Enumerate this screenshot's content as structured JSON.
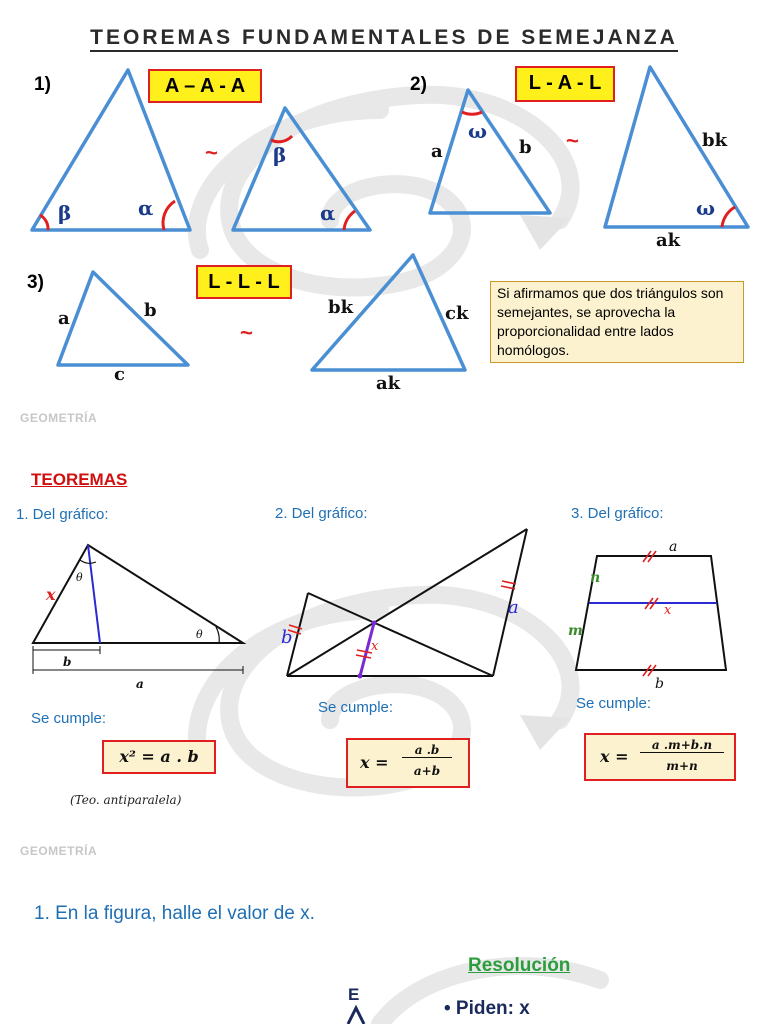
{
  "title": "TEOREMAS FUNDAMENTALES DE SEMEJANZA",
  "cases": [
    {
      "number": "1)",
      "badge": "A – A - A",
      "symbol": "~",
      "left_angles": [
        "β",
        "α"
      ],
      "right_angles": [
        "β",
        "α"
      ]
    },
    {
      "number": "2)",
      "badge": "L - A - L",
      "symbol": "~",
      "left_sides": [
        "a",
        "b"
      ],
      "left_angle": "ω",
      "right_sides": [
        "bk",
        "ak"
      ],
      "right_angle": "ω"
    },
    {
      "number": "3)",
      "badge": "L - L - L",
      "symbol": "~",
      "left_sides": [
        "a",
        "b",
        "c"
      ],
      "right_sides": [
        "bk",
        "ck",
        "ak"
      ]
    }
  ],
  "note": "Si afirmamos que dos triángulos son semejantes, se aprovecha la proporcionalidad entre lados homólogos.",
  "watermark": "GEOMETRÍA",
  "section_title": "TEOREMAS",
  "theorems": [
    {
      "heading": "1. Del gráfico:",
      "labels": {
        "x": "x",
        "theta": "θ",
        "b": "b",
        "a": "a"
      },
      "se_cumple": "Se cumple:",
      "formula": "x² = a . b",
      "caption": "(Teo. antiparalela)"
    },
    {
      "heading": "2. Del gráfico:",
      "labels": {
        "b": "b",
        "a": "a",
        "x": "x"
      },
      "se_cumple": "Se cumple:",
      "formula_lhs": "x =",
      "formula_num": "a .b",
      "formula_den": "a+b"
    },
    {
      "heading": "3. Del gráfico:",
      "labels": {
        "a": "a",
        "n": "n",
        "x": "x",
        "m": "m",
        "b": "b"
      },
      "se_cumple": "Se cumple:",
      "formula_lhs": "x =",
      "formula_num": "a .m+b.n",
      "formula_den": "m+n"
    }
  ],
  "problem": "1.  En la figura, halle el valor de x.",
  "resolution": {
    "title": "Resolución",
    "point_label": "E",
    "bullet": "•  Piden: x"
  },
  "colors": {
    "triangle": "#4a8fd4",
    "angle_mark": "#e02020",
    "badge_fill": "#ffef1a",
    "blue_text": "#1f6fb5",
    "title_red": "#d01010"
  }
}
